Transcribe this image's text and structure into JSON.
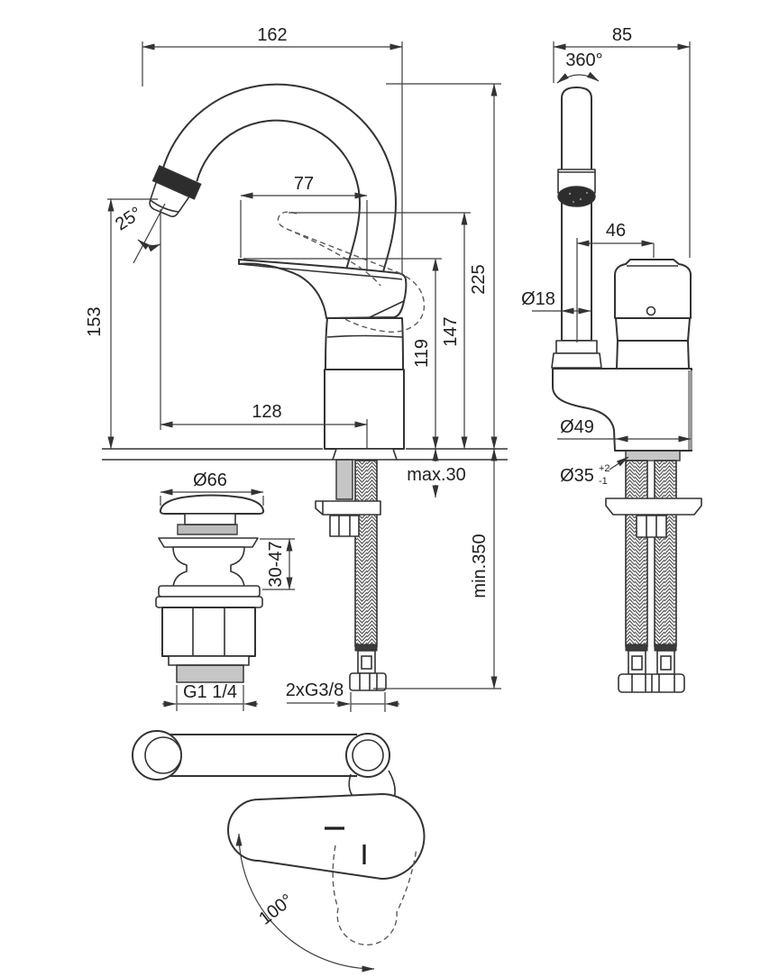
{
  "drawing": {
    "front_view": {
      "spout_width": "162",
      "lever_reach": "77",
      "spout_angle": "25°",
      "spout_outlet_height": "153",
      "total_height": "225",
      "lever_raised_height": "147",
      "lever_height": "119",
      "spout_reach": "128",
      "deck_thickness_max": "max.30",
      "hose_length_min": "min.350",
      "hose_thread": "2xG3/8"
    },
    "side_view": {
      "body_depth": "85",
      "spout_rotation": "360°",
      "spout_to_handle_offset": "46",
      "spout_diameter": "Ø18",
      "base_diameter": "Ø49",
      "mounting_hole_diameter": "Ø35",
      "mounting_hole_tol_upper": "+2",
      "mounting_hole_tol_lower": "-1"
    },
    "drain_view": {
      "cap_diameter": "Ø66",
      "deck_thickness_range": "30-47",
      "waste_thread": "G1 1/4"
    },
    "top_view": {
      "handle_swivel_angle": "100°"
    },
    "colors": {
      "background": "#ffffff",
      "outline": "#333333",
      "dimension": "#3d3d3d",
      "text": "#1f1f1f",
      "aerator": "#2d2d2d"
    }
  }
}
